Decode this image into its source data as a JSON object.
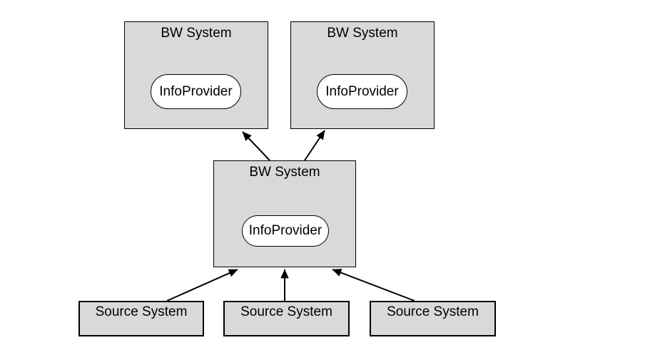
{
  "diagram": {
    "background_color": "#ffffff",
    "node_fill_color": "#d9d9d9",
    "node_border_color": "#000000",
    "pill_fill_color": "#ffffff",
    "arrow_color": "#000000",
    "nodes": {
      "bw_top_left": {
        "title": "BW System",
        "pill": "InfoProvider"
      },
      "bw_top_right": {
        "title": "BW System",
        "pill": "InfoProvider"
      },
      "bw_center": {
        "title": "BW System",
        "pill": "InfoProvider"
      },
      "source_left": {
        "title": "Source System"
      },
      "source_center": {
        "title": "Source System"
      },
      "source_right": {
        "title": "Source System"
      }
    },
    "edges": [
      {
        "from": "bw_center",
        "to": "bw_top_left"
      },
      {
        "from": "bw_center",
        "to": "bw_top_right"
      },
      {
        "from": "source_left",
        "to": "bw_center"
      },
      {
        "from": "source_center",
        "to": "bw_center"
      },
      {
        "from": "source_right",
        "to": "bw_center"
      }
    ]
  }
}
